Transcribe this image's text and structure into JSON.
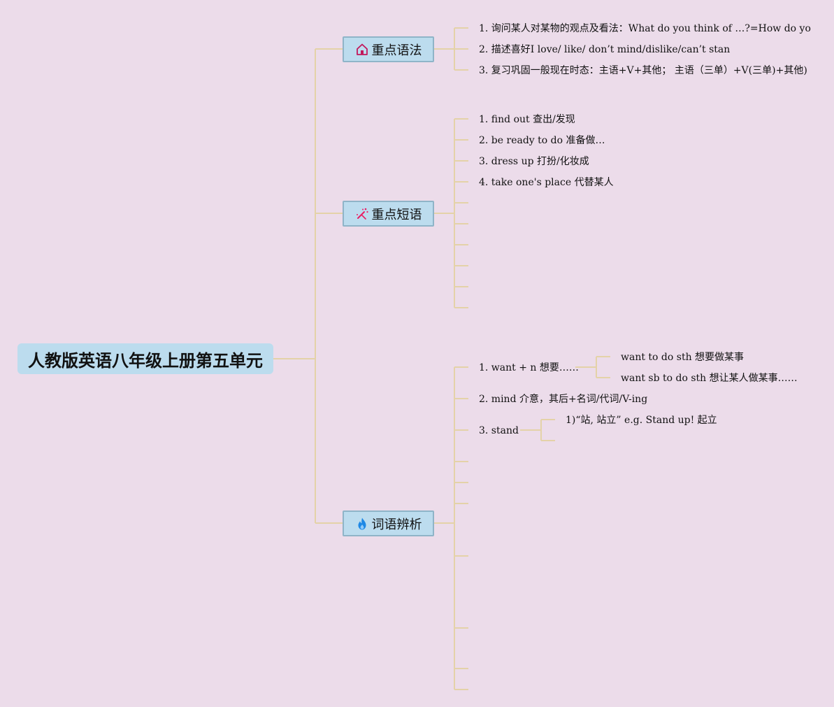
{
  "root": {
    "title": "人教版英语八年级上册第五单元"
  },
  "branches": [
    {
      "label": "重点语法",
      "icon": "house-icon",
      "items": [
        "1. 询问某人对某物的观点及看法：What do you think of …?=How do yo",
        "2. 描述喜好I love/ like/ don’t mind/dislike/can’t stan",
        "3. 复习巩固一般现在时态：主语+V+其他； 主语（三单）+V(三单)+其他)"
      ]
    },
    {
      "label": "重点短语",
      "icon": "magic-wand-icon",
      "items": [
        "1. find out 查出/发现",
        "2. be ready to do 准备做…",
        "3. dress up 打扮/化妆成",
        "4. take one's place 代替某人"
      ]
    },
    {
      "label": "词语辨析",
      "icon": "flame-icon",
      "items": [
        "1. want + n 想要……",
        "2. mind 介意，其后+名词/代词/V-ing",
        "3. stand"
      ],
      "sub_want": [
        "want to do sth 想要做某事",
        "want sb to do sth 想让某人做某事……"
      ],
      "sub_stand": [
        "1)“站, 站立” e.g. Stand up! 起立"
      ]
    }
  ],
  "colors": {
    "background": "#ecdcea",
    "node_fill": "#bcdcee",
    "node_border": "#8fb4c8",
    "connector": "#e4d2a8",
    "icon_house": "#c2185b",
    "icon_wand": "#e91e63",
    "icon_flame": "#1e88e5"
  }
}
